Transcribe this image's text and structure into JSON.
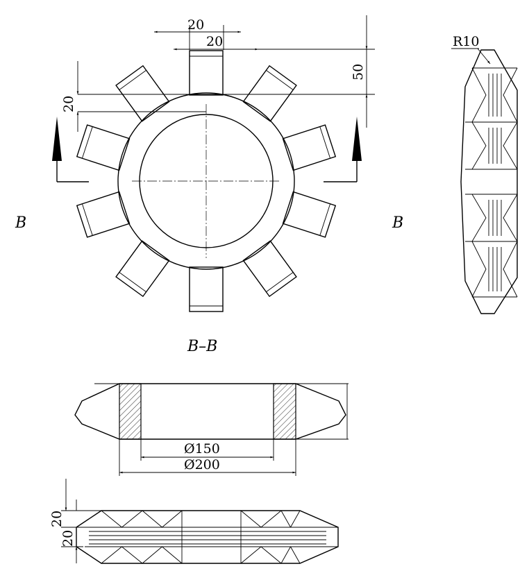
{
  "labels": {
    "section_left": "B",
    "section_right": "B",
    "section_title": "B–B"
  },
  "dimensions": {
    "top_w1": "20",
    "top_w2": "20",
    "height_50": "50",
    "height_20": "20",
    "radius": "R10",
    "dia_inner": "Ø150",
    "dia_outer": "Ø200",
    "bot_h1": "20",
    "bot_h2": "20"
  }
}
